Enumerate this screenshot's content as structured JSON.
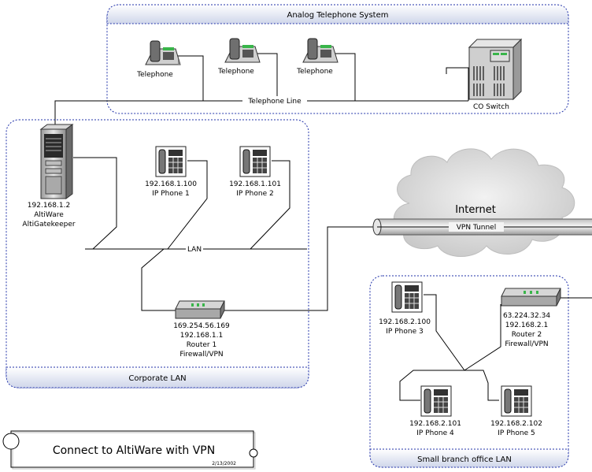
{
  "analog": {
    "title": "Analog Telephone System",
    "phone1": "Telephone",
    "phone2": "Telephone",
    "phone3": "Telephone",
    "line": "Telephone Line",
    "switch": "CO Switch"
  },
  "corporate": {
    "title": "Corporate LAN",
    "server_ip": "192.168.1.2",
    "server_name1": "AltiWare",
    "server_name2": "AltiGatekeeper",
    "ipphone1_ip": "192.168.1.100",
    "ipphone1_name": "IP Phone 1",
    "ipphone2_ip": "192.168.1.101",
    "ipphone2_name": "IP Phone 2",
    "lan": "LAN",
    "router_ip1": "169.254.56.169",
    "router_ip2": "192.168.1.1",
    "router_name": "Router 1",
    "router_role": "Firewall/VPN"
  },
  "internet": {
    "label": "Internet",
    "tunnel": "VPN Tunnel"
  },
  "branch": {
    "title": "Small branch office LAN",
    "ipphone3_ip": "192.168.2.100",
    "ipphone3_name": "IP Phone 3",
    "router_ip1": "63.224.32.34",
    "router_ip2": "192.168.2.1",
    "router_name": "Router 2",
    "router_role": "Firewall/VPN",
    "ipphone4_ip": "192.168.2.101",
    "ipphone4_name": "IP Phone 4",
    "ipphone5_ip": "192.168.2.102",
    "ipphone5_name": "IP Phone 5"
  },
  "caption": {
    "title": "Connect to AltiWare with VPN",
    "date": "2/13/2002"
  }
}
